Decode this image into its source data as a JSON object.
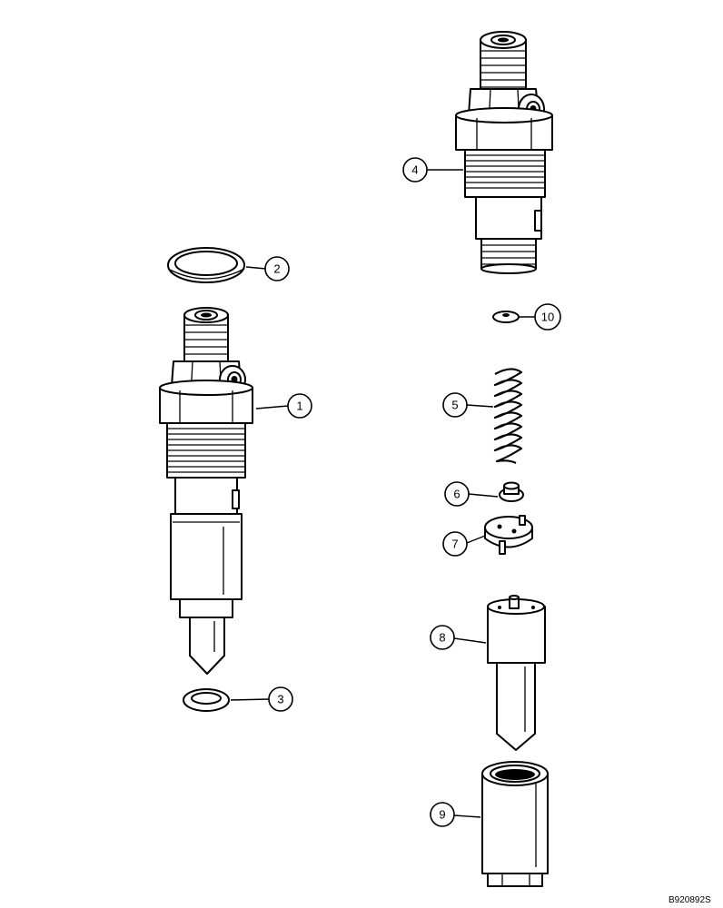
{
  "diagram": {
    "drawing_code": "B920892S",
    "callouts": [
      {
        "id": "1",
        "label": "1"
      },
      {
        "id": "2",
        "label": "2"
      },
      {
        "id": "3",
        "label": "3"
      },
      {
        "id": "4",
        "label": "4"
      },
      {
        "id": "5",
        "label": "5"
      },
      {
        "id": "6",
        "label": "6"
      },
      {
        "id": "7",
        "label": "7"
      },
      {
        "id": "8",
        "label": "8"
      },
      {
        "id": "9",
        "label": "9"
      },
      {
        "id": "10",
        "label": "10"
      }
    ]
  }
}
